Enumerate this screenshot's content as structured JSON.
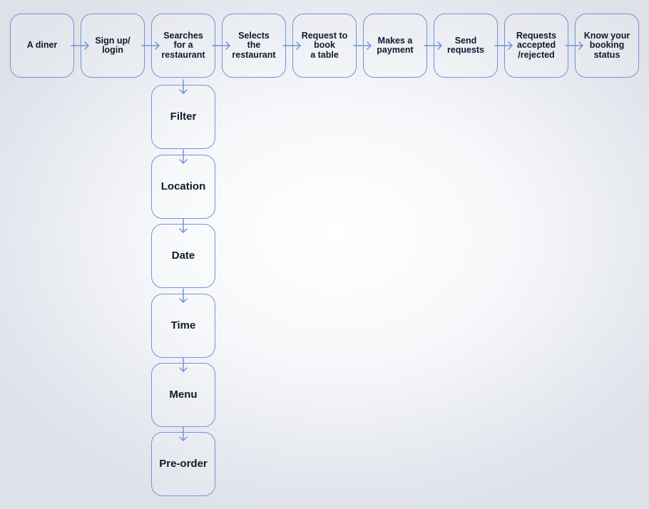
{
  "flow": {
    "main_steps": [
      "A diner",
      "Sign up/\nlogin",
      "Searches\nfor a\nrestaurant",
      "Selects\nthe\nrestaurant",
      "Request to\nbook\na table",
      "Makes a\npayment",
      "Send\nrequests",
      "Requests\naccepted\n/rejected",
      "Know your\nbooking\nstatus"
    ],
    "search_criteria": [
      "Filter",
      "Location",
      "Date",
      "Time",
      "Menu",
      "Pre-order"
    ],
    "colors": {
      "stroke": "#7392d6",
      "text": "#101a2c"
    }
  }
}
